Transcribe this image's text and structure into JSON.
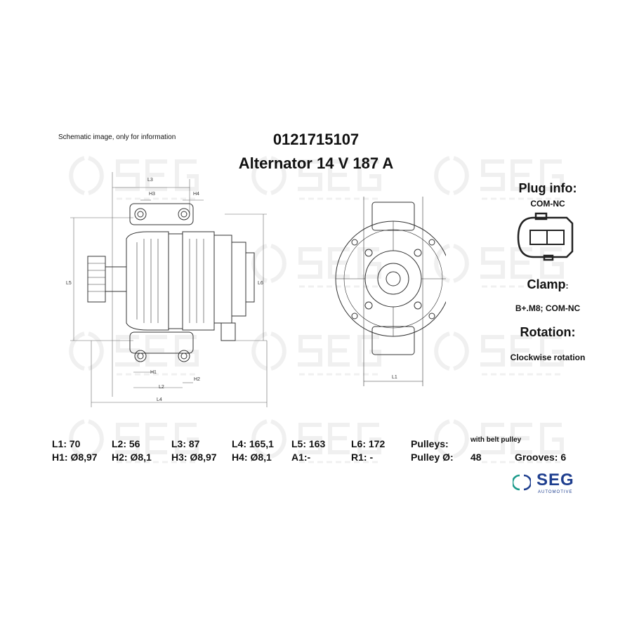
{
  "note": "Schematic image, only for information",
  "part_number": "0121715107",
  "product": "Alternator 14 V 187 A",
  "plug": {
    "heading": "Plug info:",
    "value": "COM-NC"
  },
  "clamp": {
    "heading": "Clamp",
    "colon": ":",
    "value": "B+.M8; COM-NC"
  },
  "rotation": {
    "heading": "Rotation:",
    "value": "Clockwise rotation"
  },
  "dimension_labels": {
    "L1": "L1",
    "L2": "L2",
    "L3": "L3",
    "L4": "L4",
    "L5": "L5",
    "L6": "L6",
    "H1": "H1",
    "H2": "H2",
    "H3": "H3",
    "H4": "H4"
  },
  "specs": {
    "row1": [
      "L1: 70",
      "L2: 56",
      "L3: 87",
      "L4: 165,1",
      "L5: 163",
      "L6: 172",
      "Pulleys:"
    ],
    "pulleys_value": "with belt pulley",
    "row2": [
      "H1: Ø8,97",
      "H2: Ø8,1",
      "H3: Ø8,97",
      "H4: Ø8,1",
      "A1:-",
      "R1: -",
      "Pulley Ø:"
    ],
    "pulley_diameter": "48",
    "grooves": "Grooves: 6"
  },
  "logo": {
    "text": "SEG",
    "sub": "AUTOMOTIVE"
  },
  "watermark": {
    "text": "SEG",
    "sub": "AUTOMOTIVE"
  },
  "colors": {
    "logo_teal": "#1a9a8a",
    "logo_blue": "#1f3f8f"
  }
}
